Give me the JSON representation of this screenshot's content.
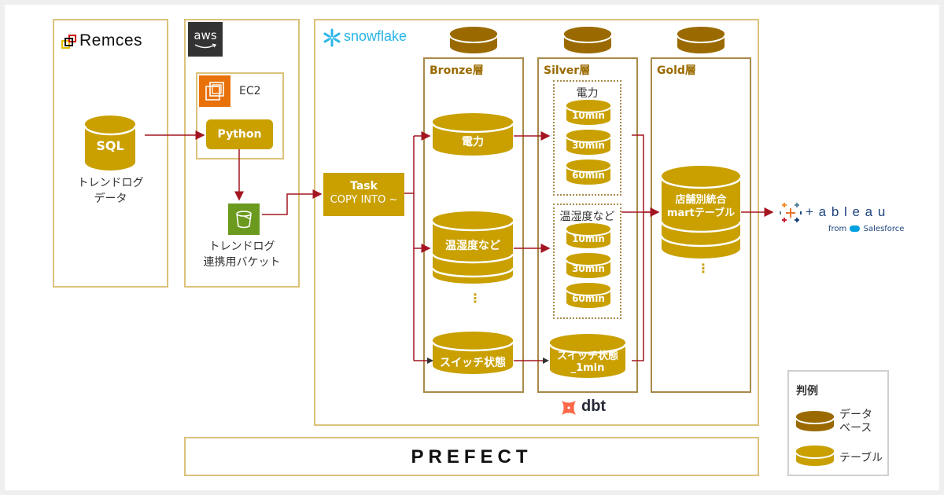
{
  "colors": {
    "table": "#c9a000",
    "database": "#9a6a00",
    "box_border": "#dcc27a",
    "layer_border": "#a98a4a",
    "arrow": "#a31621",
    "aws_dark": "#333333",
    "ec2_orange": "#e8710a",
    "s3_green": "#6b9a1f",
    "dbt_orange": "#ff694a",
    "snowflake_blue": "#29b5e8"
  },
  "remces": {
    "logo_text": "Remces",
    "db_label": "SQL",
    "caption_line1": "トレンドログ",
    "caption_line2": "データ"
  },
  "aws": {
    "logo_text": "aws",
    "ec2": {
      "label": "EC2",
      "script": "Python"
    },
    "bucket": {
      "caption_line1": "トレンドログ",
      "caption_line2": "連携用バケット"
    }
  },
  "snowflake": {
    "logo_text": "snowflake",
    "task": {
      "title": "Task",
      "command": "COPY INTO ~"
    },
    "layers": {
      "bronze": {
        "title": "Bronze層",
        "tables": [
          "電力",
          "温湿度など",
          "スイッチ状態"
        ],
        "ellipsis": "⋮"
      },
      "silver": {
        "title": "Silver層",
        "groups": [
          {
            "name": "電力",
            "tables": [
              "10min",
              "30min",
              "60min"
            ]
          },
          {
            "name": "温湿度など",
            "tables": [
              "10min",
              "30min",
              "60min"
            ]
          }
        ],
        "switch_line1": "スイッチ状態",
        "switch_line2": "_1min"
      },
      "gold": {
        "title": "Gold層",
        "mart_line1": "店舗別統合",
        "mart_line2": "martテーブル",
        "ellipsis": "⋮"
      }
    },
    "dbt_logo_text": "dbt"
  },
  "tableau": {
    "logo_text": "+ a b l e a u",
    "sub_from": "from",
    "sub_brand": "Salesforce"
  },
  "prefect": {
    "logo_text": "PREFECT"
  },
  "legend": {
    "title": "判例",
    "database_line1": "データ",
    "database_line2": "ベース",
    "table_label": "テーブル"
  }
}
